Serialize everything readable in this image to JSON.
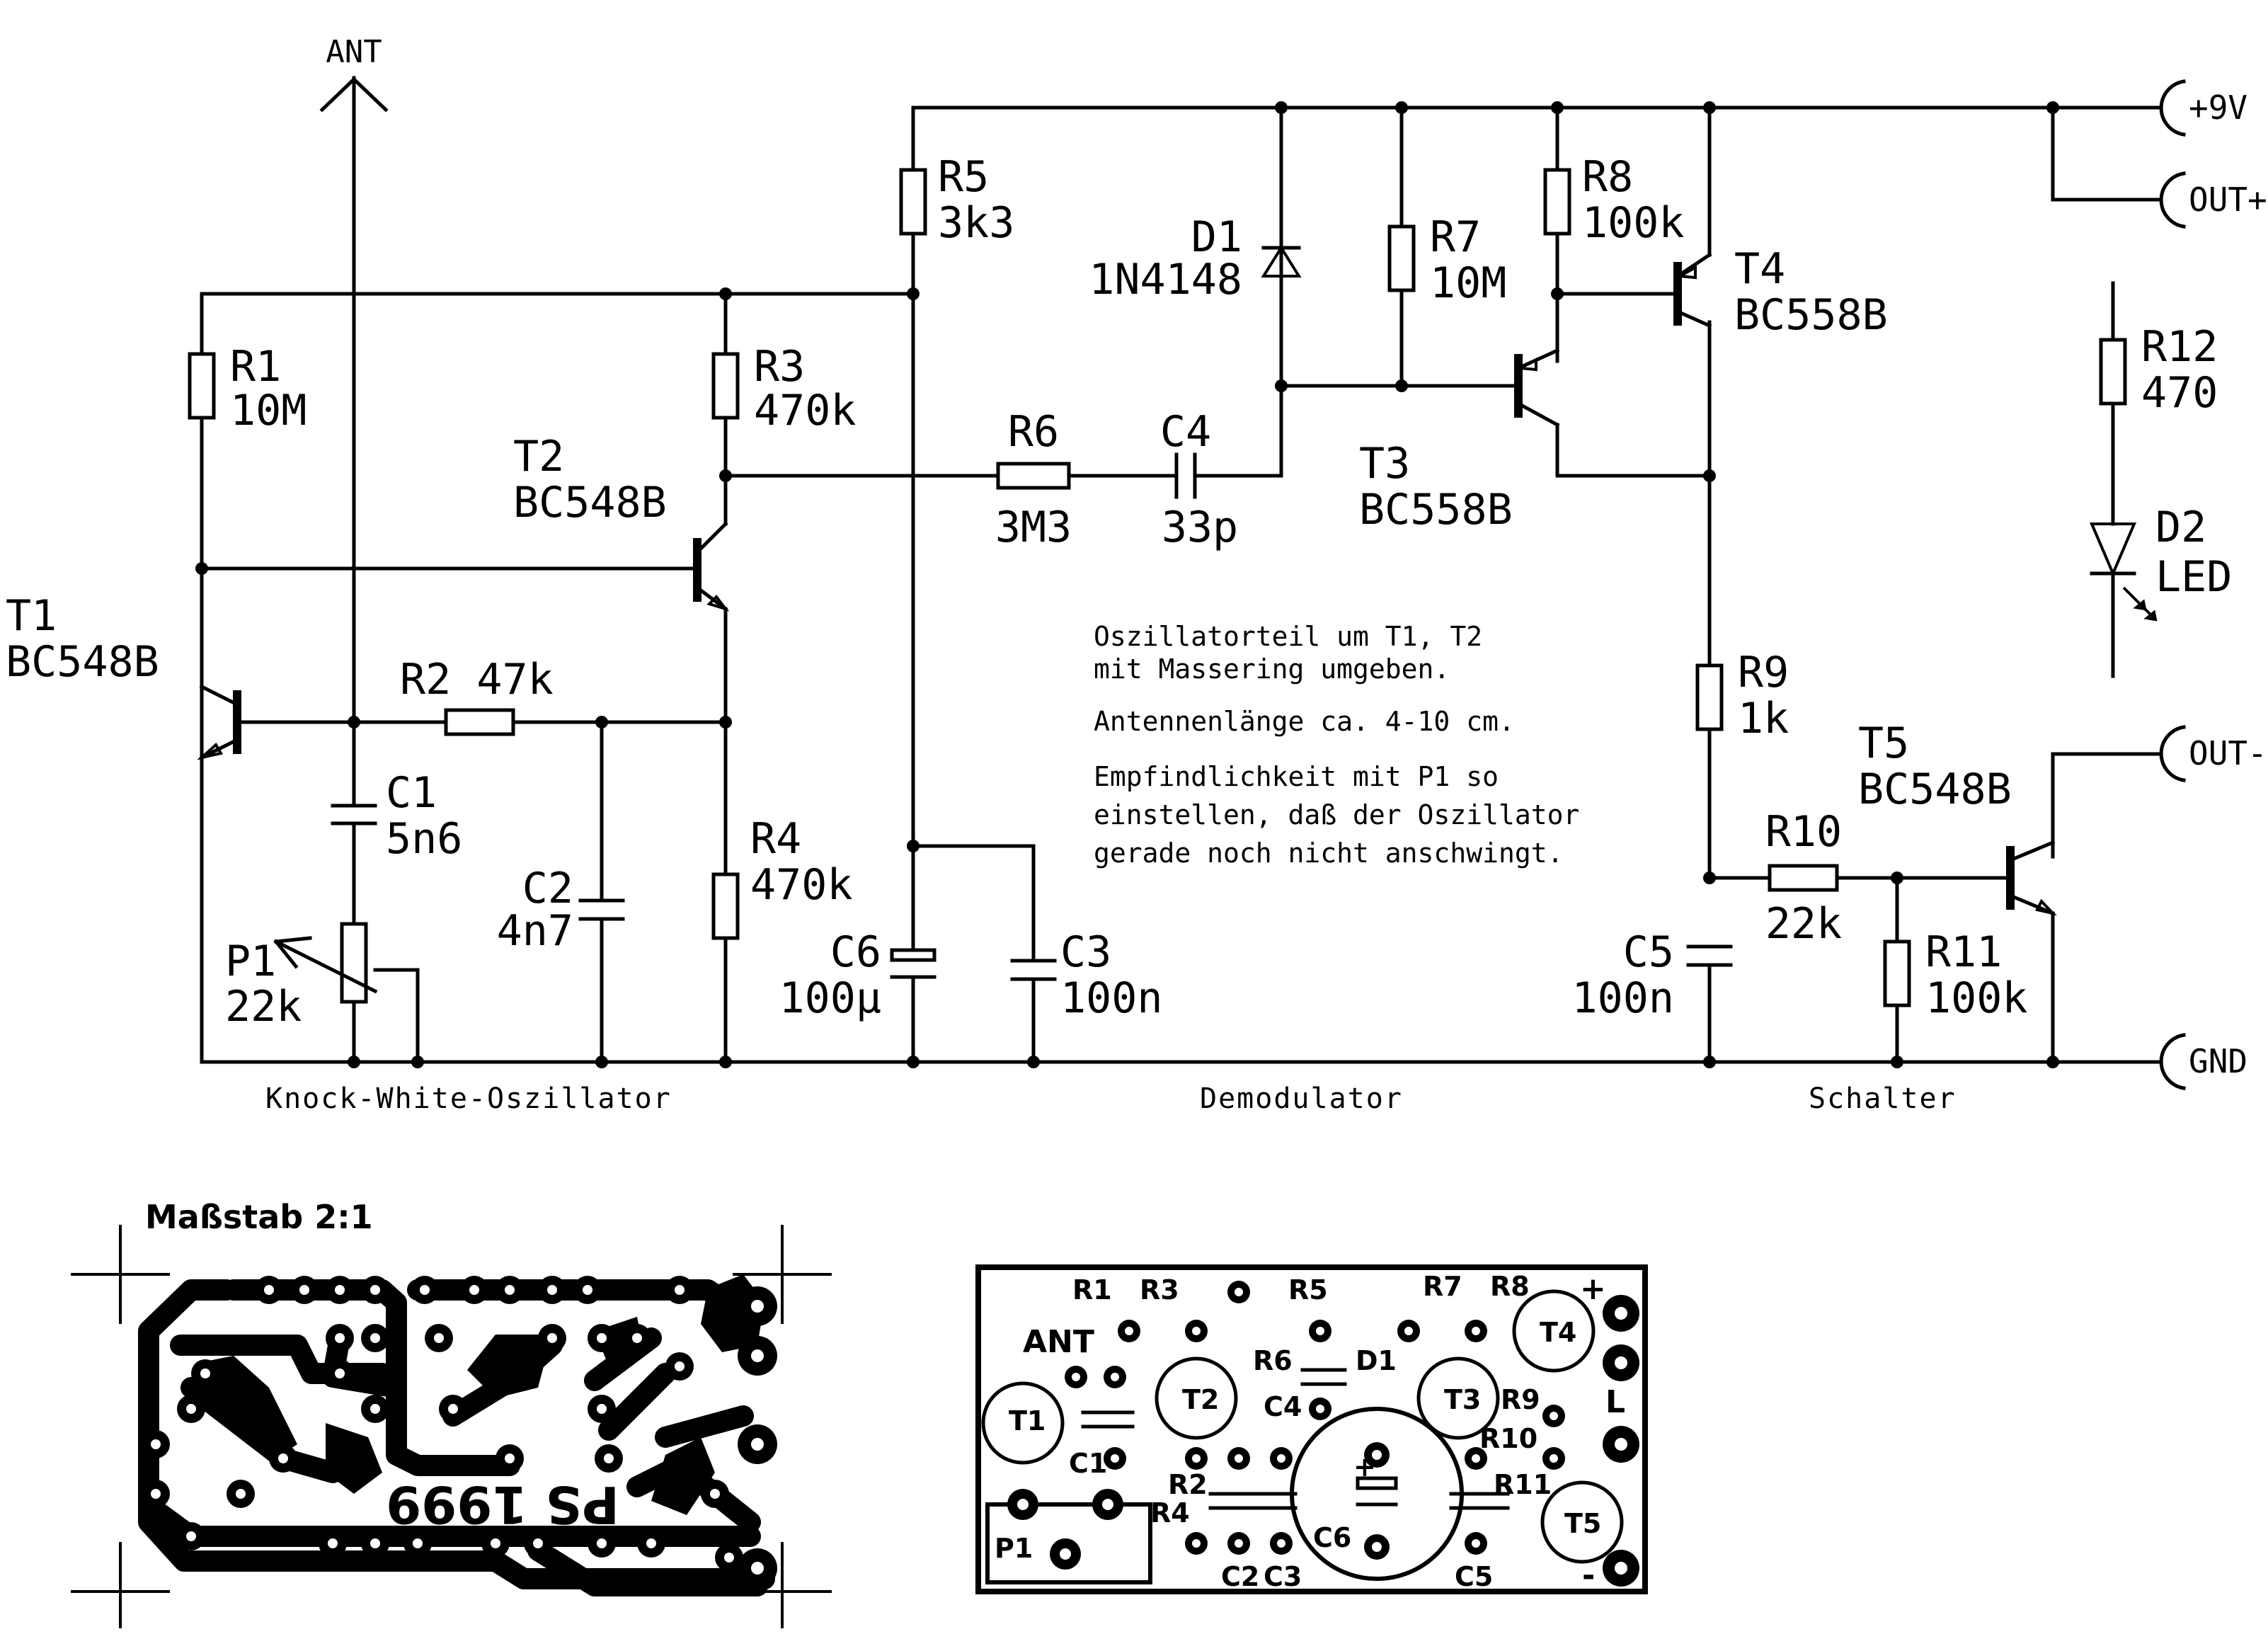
{
  "labels": {
    "ant": "ANT",
    "r1_name": "R1",
    "r1_val": "10M",
    "r2_full": "R2 47k",
    "r3_name": "R3",
    "r3_val": "470k",
    "r4_name": "R4",
    "r4_val": "470k",
    "r5_name": "R5",
    "r5_val": "3k3",
    "r6_name": "R6",
    "r6_val": "3M3",
    "r7_name": "R7",
    "r7_val": "10M",
    "r8_name": "R8",
    "r8_val": "100k",
    "r9_name": "R9",
    "r9_val": "1k",
    "r10_name": "R10",
    "r10_val": "22k",
    "r11_name": "R11",
    "r11_val": "100k",
    "r12_name": "R12",
    "r12_val": "470",
    "c1_name": "C1",
    "c1_val": "5n6",
    "c2_name": "C2",
    "c2_val": "4n7",
    "c3_name": "C3",
    "c3_val": "100n",
    "c4_name": "C4",
    "c4_val": "33p",
    "c5_name": "C5",
    "c5_val": "100n",
    "c6_name": "C6",
    "c6_val": "100µ",
    "p1_name": "P1",
    "p1_val": "22k",
    "d1_name": "D1",
    "d1_val": "1N4148",
    "d2_name": "D2",
    "d2_val": "LED",
    "t1_name": "T1",
    "t1_val": "BC548B",
    "t2_name": "T2",
    "t2_val": "BC548B",
    "t3_name": "T3",
    "t3_val": "BC558B",
    "t4_name": "T4",
    "t4_val": "BC558B",
    "t5_name": "T5",
    "t5_val": "BC548B"
  },
  "connectors": {
    "vcc": "+9V",
    "out_plus": "OUT+",
    "out_minus": "OUT-",
    "gnd": "GND"
  },
  "sections": {
    "oscillator": "Knock-White-Oszillator",
    "demodulator": "Demodulator",
    "switch": "Schalter"
  },
  "notes": {
    "line1": "Oszillatorteil um T1, T2",
    "line2": "mit Massering umgeben.",
    "line3": "Antennenlänge ca. 4-10 cm.",
    "line4": "Empfindlichkeit mit P1 so",
    "line5": "einstellen, daß der Oszillator",
    "line6": "gerade noch nicht anschwingt."
  },
  "pcb": {
    "scale": "Maßstab 2:1",
    "copper_text": "PS 1999"
  },
  "placement": {
    "r1": "R1",
    "r3": "R3",
    "r5": "R5",
    "r7": "R7",
    "r8": "R8",
    "ant": "ANT",
    "r6": "R6",
    "d1": "D1",
    "t1": "T1",
    "t2": "T2",
    "t3": "T3",
    "t4": "T4",
    "t5": "T5",
    "c1": "C1",
    "c4": "C4",
    "r9": "R9",
    "r10": "R10",
    "r11": "R11",
    "r2": "R2",
    "r4": "R4",
    "c6": "C6",
    "p1": "P1",
    "c2": "C2",
    "c3": "C3",
    "c5": "C5",
    "plus": "+",
    "minus": "-",
    "l": "L",
    "cap_plus": "+"
  }
}
